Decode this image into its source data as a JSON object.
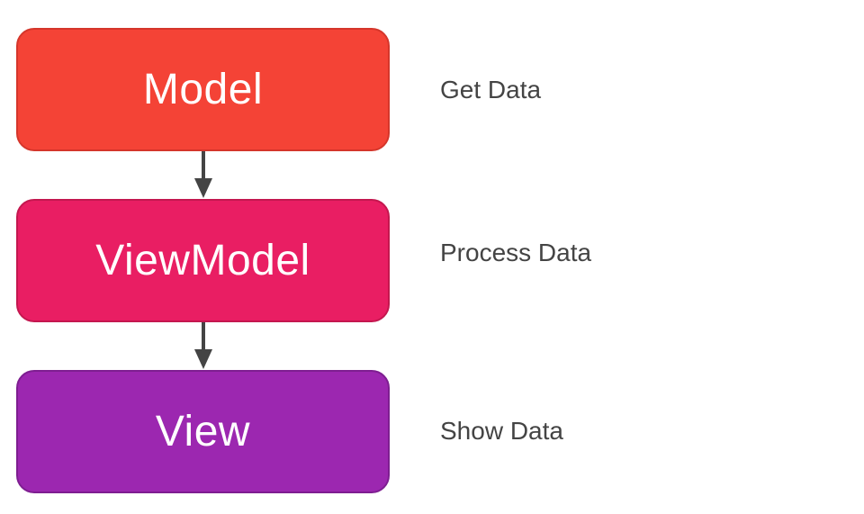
{
  "diagram": {
    "layers": [
      {
        "name": "Model",
        "description": "Get Data",
        "color": "#f44336"
      },
      {
        "name": "ViewModel",
        "description": "Process Data",
        "color": "#e91e63"
      },
      {
        "name": "View",
        "description": "Show Data",
        "color": "#9c27b0"
      }
    ],
    "arrow_color": "#444444",
    "label_color": "#444444"
  }
}
